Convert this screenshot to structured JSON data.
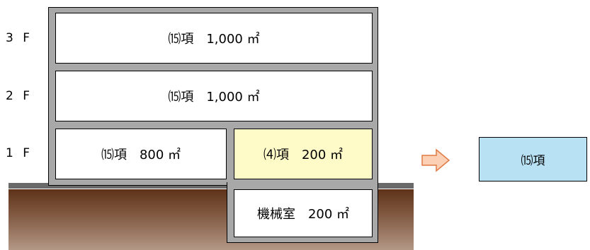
{
  "floors": {
    "f3": "3 F",
    "f2": "2 F",
    "f1": "1 F"
  },
  "rooms": {
    "f3": "⒂項　1,000 ㎡",
    "f2": "⒂項　1,000 ㎡",
    "f1_left": "⒂項　800 ㎡",
    "f1_right": "⑷項　200 ㎡",
    "basement": "機械室　200 ㎡"
  },
  "result": {
    "label": "⒂項"
  },
  "colors": {
    "wall": "#a8a8a8",
    "room": "#ffffff",
    "highlight_room": "#fffbc8",
    "result_box": "#b8e1f4",
    "arrow_fill": "#fbd0b5",
    "arrow_stroke": "#e07a45",
    "ground_top": "#5e3218",
    "ground_bottom": "#b39886"
  }
}
